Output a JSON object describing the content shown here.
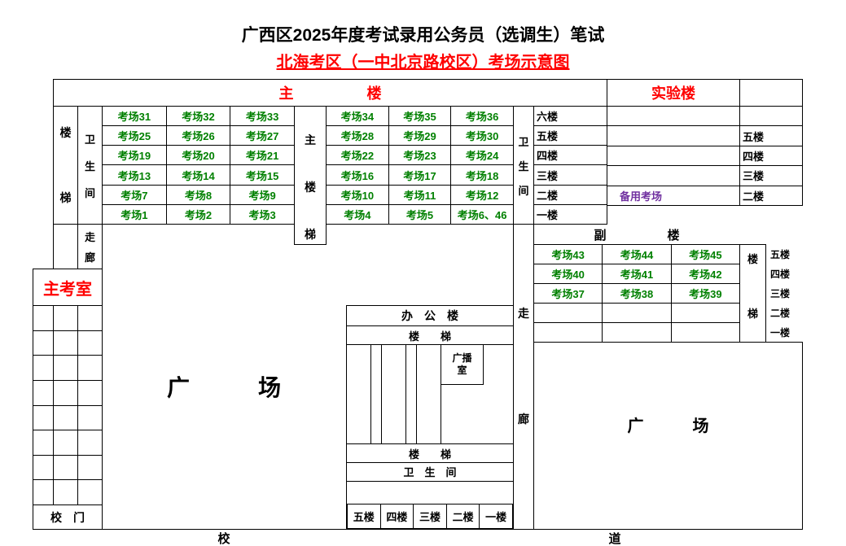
{
  "title": "广西区2025年度考试录用公务员（选调生）笔试",
  "subtitle": "北海考区（一中北京路校区）考场示意图",
  "labels": {
    "main_building": "主　　　　　楼",
    "lab_building": "实验楼",
    "annex_building": "副　　　　　楼",
    "office_building": "办　公　楼",
    "main_office": "主考室",
    "school_gate": "校　门",
    "plaza_left": "广　　　场",
    "plaza_right": "广　　　场",
    "road_left": "校",
    "road_right": "道",
    "reserve_room": "备用考场",
    "stairs_row_top": "楼　　梯",
    "stairs_row_bottom": "楼　　梯",
    "restroom_row": "卫　生　间",
    "broadcast_line1": "广播",
    "broadcast_line2": "室"
  },
  "vertical": {
    "stairs_left": [
      "楼",
      "梯"
    ],
    "restroom_left": [
      "卫",
      "生",
      "间"
    ],
    "main_stairs": [
      "主",
      "楼",
      "梯"
    ],
    "restroom_right": [
      "卫",
      "生",
      "间"
    ],
    "corridor_upper": [
      "走",
      "廊"
    ],
    "corridor_side": [
      "走",
      "廊"
    ],
    "annex_stairs": [
      "楼",
      "梯"
    ]
  },
  "main_left_grid": [
    [
      "考场31",
      "考场32",
      "考场33"
    ],
    [
      "考场25",
      "考场26",
      "考场27"
    ],
    [
      "考场19",
      "考场20",
      "考场21"
    ],
    [
      "考场13",
      "考场14",
      "考场15"
    ],
    [
      "考场7",
      "考场8",
      "考场9"
    ],
    [
      "考场1",
      "考场2",
      "考场3"
    ]
  ],
  "main_right_grid": [
    [
      "考场34",
      "考场35",
      "考场36"
    ],
    [
      "考场28",
      "考场29",
      "考场30"
    ],
    [
      "考场22",
      "考场23",
      "考场24"
    ],
    [
      "考场16",
      "考场17",
      "考场18"
    ],
    [
      "考场10",
      "考场11",
      "考场12"
    ],
    [
      "考场4",
      "考场5",
      "考场6、46"
    ]
  ],
  "main_floor_labels": [
    "六楼",
    "五楼",
    "四楼",
    "三楼",
    "二楼",
    "一楼"
  ],
  "lab_floor_labels": [
    "",
    "五楼",
    "四楼",
    "三楼",
    "二楼"
  ],
  "annex_grid": [
    [
      "考场43",
      "考场44",
      "考场45"
    ],
    [
      "考场40",
      "考场41",
      "考场42"
    ],
    [
      "考场37",
      "考场38",
      "考场39"
    ]
  ],
  "annex_floor_labels": [
    "五楼",
    "四楼",
    "三楼",
    "二楼",
    "一楼"
  ],
  "office_floor_cells": [
    "五楼",
    "四楼",
    "三楼",
    "二楼",
    "一楼"
  ],
  "colors": {
    "red": "#ff0000",
    "green": "#008000",
    "purple": "#7030a0"
  }
}
